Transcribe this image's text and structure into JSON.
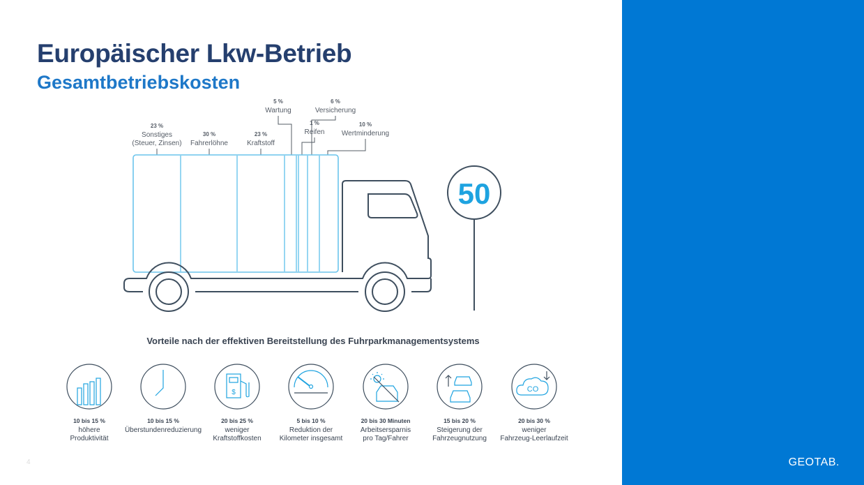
{
  "slide": {
    "title": "Europäischer Lkw-Betrieb",
    "subtitle": "Gesamtbetriebskosten",
    "brand": "GEOTAB.",
    "page_number": "4"
  },
  "colors": {
    "title": "#253f6e",
    "subtitle": "#1e78c8",
    "side_panel": "#0078d4",
    "truck_box": "#6ac4ec",
    "truck_outline": "#3e4e5e",
    "sign_number": "#1ea3e0"
  },
  "cost_breakdown": [
    {
      "pct": "23 %",
      "label1": "Sonstiges",
      "label2": "(Steuer, Zinsen)"
    },
    {
      "pct": "30 %",
      "label1": "Fahrerlöhne",
      "label2": ""
    },
    {
      "pct": "23 %",
      "label1": "Kraftstoff",
      "label2": ""
    },
    {
      "pct": "5 %",
      "label1": "Wartung",
      "label2": ""
    },
    {
      "pct": "1 %",
      "label1": "Reifen",
      "label2": ""
    },
    {
      "pct": "6 %",
      "label1": "Versicherung",
      "label2": ""
    },
    {
      "pct": "10 %",
      "label1": "Wertminderung",
      "label2": ""
    }
  ],
  "speed_sign": "50",
  "benefits_title": "Vorteile nach der effektiven Bereitstellung des Fuhrparkmanagementsystems",
  "benefits": [
    {
      "icon": "bar-chart-icon",
      "pct": "10 bis 15 %",
      "line1": "höhere",
      "line2": "Produktivität"
    },
    {
      "icon": "clock-icon",
      "pct": "10 bis 15 %",
      "line1": "Überstundenreduzierung",
      "line2": ""
    },
    {
      "icon": "fuel-pump-icon",
      "pct": "20 bis 25 %",
      "line1": "weniger",
      "line2": "Kraftstoffkosten"
    },
    {
      "icon": "gauge-icon",
      "pct": "5 bis 10 %",
      "line1": "Reduktion der",
      "line2": "Kilometer insgesamt"
    },
    {
      "icon": "car-sun-icon",
      "pct": "20 bis 30 Minuten",
      "line1": "Arbeitsersparnis",
      "line2": "pro Tag/Fahrer"
    },
    {
      "icon": "stacked-cars-icon",
      "pct": "15 bis 20 %",
      "line1": "Steigerung der",
      "line2": "Fahrzeugnutzung"
    },
    {
      "icon": "co2-cloud-icon",
      "pct": "20 bis 30 %",
      "line1": "weniger",
      "line2": "Fahrzeug-Leerlaufzeit"
    }
  ]
}
